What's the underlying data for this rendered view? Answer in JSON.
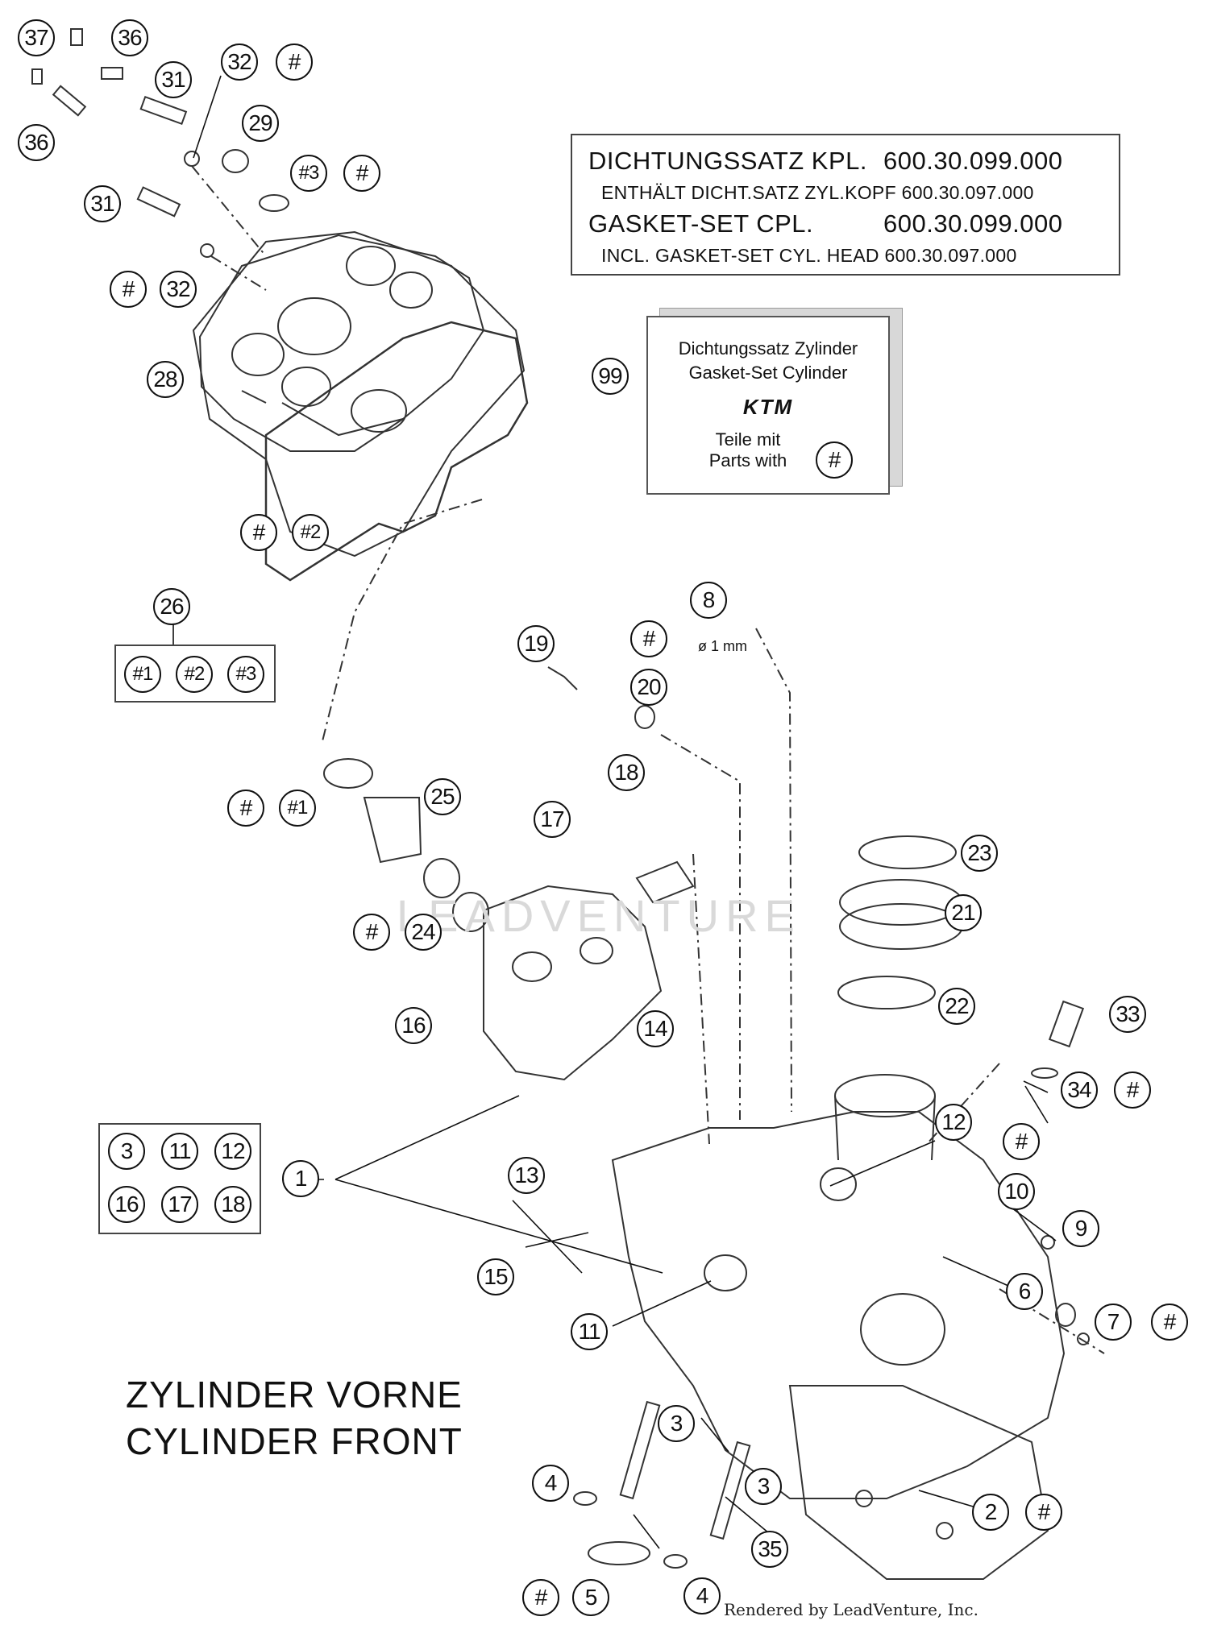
{
  "title": {
    "line1": "ZYLINDER VORNE",
    "line2": "CYLINDER FRONT"
  },
  "gasket_set_box": {
    "line1_label": "DICHTUNGSSATZ KPL.",
    "line1_number": "600.30.099.000",
    "line2": "ENTHÄLT DICHT.SATZ ZYL.KOPF 600.30.097.000",
    "line3_label": "GASKET-SET CPL.",
    "line3_number": "600.30.099.000",
    "line4": "INCL. GASKET-SET CYL. HEAD 600.30.097.000"
  },
  "kit_box": {
    "line1": "Dichtungssatz Zylinder",
    "line2": "Gasket-Set Cylinder",
    "logo": "KTM",
    "line3": "Teile mit",
    "line4": "Parts with",
    "marker": "#"
  },
  "kit_callout": "99",
  "dimension_label": "ø 1 mm",
  "watermark": "LEADVENTURE",
  "credit": "Rendered by LeadVenture, Inc.",
  "callouts": {
    "c37": "37",
    "c36a": "36",
    "c36b": "36",
    "c31a": "31",
    "c31b": "31",
    "c32a": "32",
    "c32b": "32",
    "c29": "29",
    "c28": "28",
    "c26": "26",
    "c25": "25",
    "c24": "24",
    "c23": "23",
    "c22": "22",
    "c21": "21",
    "c20": "20",
    "c19": "19",
    "c18": "18",
    "c17": "17",
    "c16": "16",
    "c15": "15",
    "c14": "14",
    "c13": "13",
    "c12": "12",
    "c11": "11",
    "c10": "10",
    "c9": "9",
    "c8": "8",
    "c7": "7",
    "c6": "6",
    "c5": "5",
    "c4a": "4",
    "c4b": "4",
    "c3a": "3",
    "c3b": "3",
    "c2": "2",
    "c1": "1",
    "c33": "33",
    "c34": "34",
    "c35": "35",
    "hash": "#",
    "hash1": "#1",
    "hash2": "#2",
    "hash3": "#3"
  },
  "group_box_1": [
    "3",
    "11",
    "12",
    "16",
    "17",
    "18"
  ],
  "group_box_26": [
    "#1",
    "#2",
    "#3"
  ]
}
